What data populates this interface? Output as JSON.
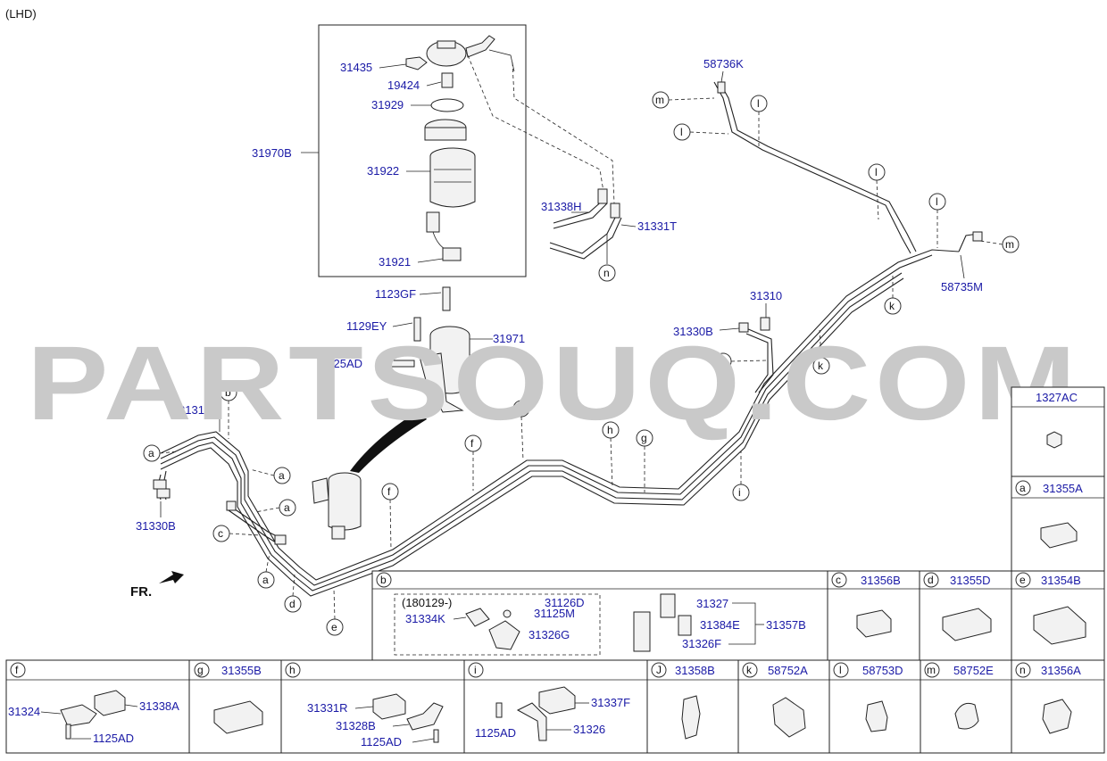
{
  "corner_tag": "(LHD)",
  "watermark": "PARTSOUQ.COM",
  "front_marker": "FR.",
  "filter_box": {
    "assembly": "31970B",
    "parts": [
      "31435",
      "19424",
      "31929",
      "31922",
      "31921"
    ]
  },
  "upper_lines": [
    "31338H",
    "31331T"
  ],
  "bracket_parts": [
    "1123GF",
    "1129EY",
    "31971",
    "1125AD"
  ],
  "main_lines": [
    "31312F",
    "31330B",
    "31310",
    "31330B",
    "58736K",
    "58735M"
  ],
  "callout_letters": [
    "a",
    "b",
    "c",
    "d",
    "e",
    "f",
    "g",
    "h",
    "i",
    "J",
    "k",
    "l",
    "m",
    "n"
  ],
  "legend": {
    "top_right": {
      "code": "1327AC"
    },
    "side": [
      {
        "letter": "a",
        "code": "31355A"
      },
      {
        "letter": "e",
        "code": "31354B"
      }
    ],
    "panel_b": {
      "letter": "b",
      "note": "(180129-)",
      "parts": [
        "31126D",
        "31334K",
        "31125M",
        "31326G",
        "31327",
        "31384E",
        "31357B",
        "31326F"
      ]
    },
    "row2": [
      {
        "letter": "c",
        "code": "31356B"
      },
      {
        "letter": "d",
        "code": "31355D"
      }
    ],
    "row3": [
      {
        "letter": "f",
        "parts": [
          "31324",
          "31338A",
          "1125AD"
        ]
      },
      {
        "letter": "g",
        "code": "31355B"
      },
      {
        "letter": "h",
        "parts": [
          "31331R",
          "31328B",
          "1125AD"
        ]
      },
      {
        "letter": "i",
        "parts": [
          "31337F",
          "1125AD",
          "31326"
        ]
      },
      {
        "letter": "J",
        "code": "31358B"
      },
      {
        "letter": "k",
        "code": "58752A"
      },
      {
        "letter": "l",
        "code": "58753D"
      },
      {
        "letter": "m",
        "code": "58752E"
      },
      {
        "letter": "n",
        "code": "31356A"
      }
    ]
  }
}
